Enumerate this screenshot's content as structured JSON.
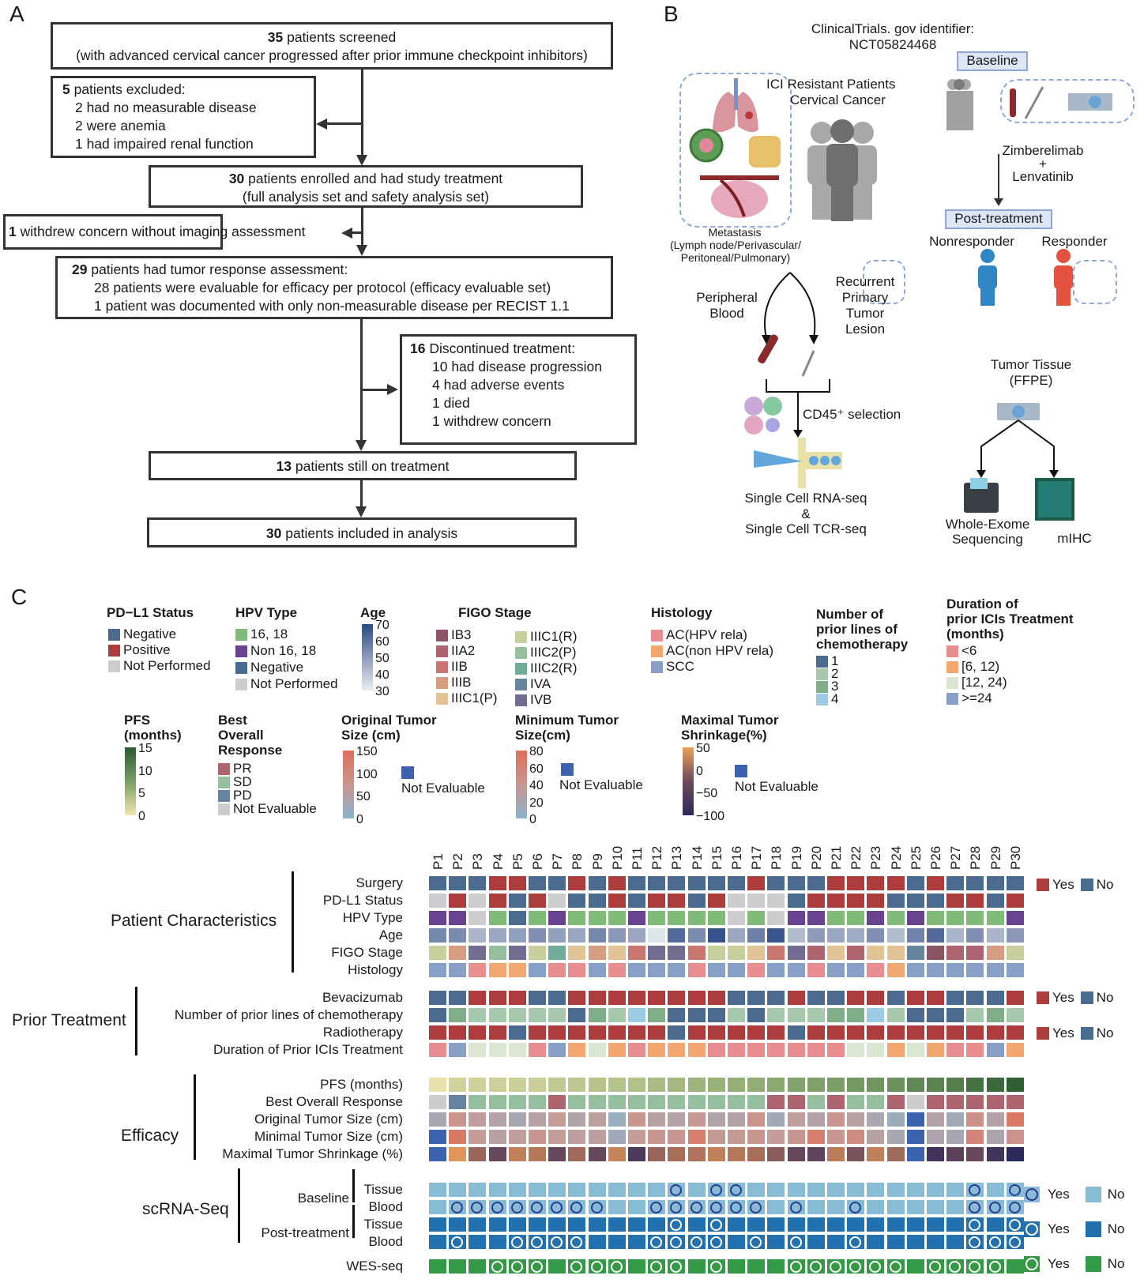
{
  "panels": {
    "a": "A",
    "b": "B",
    "c": "C"
  },
  "flowchart": {
    "screened": {
      "count": "35",
      "text": " patients screened",
      "sub": "(with advanced cervical cancer progressed after prior immune checkpoint inhibitors)"
    },
    "excluded": {
      "count": "5",
      "text": " patients excluded:",
      "items": [
        "2 had no measurable disease",
        "2 were anemia",
        "1 had impaired renal function"
      ]
    },
    "enrolled": {
      "count": "30",
      "text": " patients enrolled and had study treatment",
      "sub": "(full analysis set and safety analysis set)"
    },
    "withdrew": {
      "count": "1",
      "text": " withdrew concern without imaging assessment"
    },
    "assessed": {
      "count": "29",
      "text": " patients had tumor response assessment:",
      "items": [
        "28 patients were evaluable for efficacy per protocol (efficacy evaluable set)",
        "1 patient was documented with only non-measurable disease per RECIST 1.1"
      ]
    },
    "discontinued": {
      "count": "16",
      "text": " Discontinued treatment:",
      "items": [
        "10 had disease progression",
        "4 had adverse events",
        "1 died",
        "1 withdrew concern"
      ]
    },
    "still_on": {
      "count": "13",
      "text": " patients still on treatment"
    },
    "included": {
      "count": "30",
      "text": " patients included in analysis"
    }
  },
  "design": {
    "trial_id_label": "ClinicalTrials. gov identifier:",
    "trial_id": "NCT05824468",
    "baseline": "Baseline",
    "post_treatment": "Post-treatment",
    "ici_resistant": "ICI Resistant Patients",
    "cervical_cancer": "Cervical Cancer",
    "metastasis": "Metastasis",
    "metastasis_sub1": "(Lymph node/Perivascular/",
    "metastasis_sub2": "Peritoneal/Pulmonary)",
    "drug1": "Zimberelimab",
    "plus": "+",
    "drug2": "Lenvatinib",
    "nonresponder": "Nonresponder",
    "responder": "Responder",
    "peripheral_blood": "Peripheral\nBlood",
    "recurrent_lesion": "Recurrent\nPrimary\nTumor\nLesion",
    "cd45_selection": "CD45⁺ selection",
    "scrna": "Single Cell RNA-seq",
    "amp": "&",
    "sctcr": "Single Cell TCR-seq",
    "tumor_tissue": "Tumor Tissue",
    "ffpe": "(FFPE)",
    "wes": "Whole-Exome",
    "wes2": "Sequencing",
    "mihc": "mIHC"
  },
  "legends": {
    "pdl1": {
      "title": "PD−L1 Status",
      "items": [
        {
          "label": "Negative",
          "color": "#4b6b8e"
        },
        {
          "label": "Positive",
          "color": "#ad3d3d"
        },
        {
          "label": "Not Performed",
          "color": "#cdcdcf"
        }
      ]
    },
    "hpv": {
      "title": "HPV Type",
      "items": [
        {
          "label": "16, 18",
          "color": "#80bb7a"
        },
        {
          "label": "Non 16, 18",
          "color": "#674390"
        },
        {
          "label": "Negative",
          "color": "#4b6b8e"
        },
        {
          "label": "Not Performed",
          "color": "#cdcdcf"
        }
      ]
    },
    "age": {
      "title": "Age",
      "ticks": [
        "70",
        "60",
        "50",
        "40",
        "30"
      ],
      "range": [
        30,
        70
      ]
    },
    "figo": {
      "title": "FIGO Stage",
      "items": [
        {
          "label": "IB3",
          "color": "#8b5566"
        },
        {
          "label": "IIA2",
          "color": "#af6570"
        },
        {
          "label": "IIB",
          "color": "#c97670"
        },
        {
          "label": "IIIB",
          "color": "#d69e80"
        },
        {
          "label": "IIIC1(P)",
          "color": "#e2c396"
        },
        {
          "label": "IIIC1(R)",
          "color": "#c8cf9e"
        },
        {
          "label": "IIIC2(P)",
          "color": "#95bf9e"
        },
        {
          "label": "IIIC2(R)",
          "color": "#72ab99"
        },
        {
          "label": "IVA",
          "color": "#67849e"
        },
        {
          "label": "IVB",
          "color": "#716c90"
        }
      ]
    },
    "histology": {
      "title": "Histology",
      "items": [
        {
          "label": "AC(HPV rela)",
          "color": "#e88e90"
        },
        {
          "label": "AC(non HPV rela)",
          "color": "#f1a870"
        },
        {
          "label": "SCC",
          "color": "#88a0c6"
        }
      ]
    },
    "chemo": {
      "title": "Number of prior lines of chemotherapy",
      "title_lines": [
        "Number of",
        "prior lines of",
        "chemotherapy"
      ],
      "items": [
        {
          "label": "1",
          "color": "#4b6b8e"
        },
        {
          "label": "2",
          "color": "#a6c9ae"
        },
        {
          "label": "3",
          "color": "#80ae88"
        },
        {
          "label": "4",
          "color": "#9ccbe6"
        }
      ]
    },
    "ici_duration": {
      "title_lines": [
        "Duration of",
        "prior ICIs Treatment",
        "(months)"
      ],
      "items": [
        {
          "label": "<6",
          "color": "#e88e90"
        },
        {
          "label": "[6, 12)",
          "color": "#f1a870"
        },
        {
          "label": "[12, 24)",
          "color": "#dae6d2"
        },
        {
          "label": ">=24",
          "color": "#88a0c6"
        }
      ]
    },
    "pfs": {
      "title_lines": [
        "PFS",
        "(months)"
      ],
      "ticks": [
        "15",
        "10",
        "5",
        "0"
      ],
      "range": [
        0,
        15
      ]
    },
    "bor": {
      "title_lines": [
        "Best",
        "Overall",
        "Response"
      ],
      "items": [
        {
          "label": "PR",
          "color": "#af6570"
        },
        {
          "label": "SD",
          "color": "#95bf9e"
        },
        {
          "label": "PD",
          "color": "#67849e"
        },
        {
          "label": "Not Evaluable",
          "color": "#cdcdcf"
        }
      ]
    },
    "orig_size": {
      "title_lines": [
        "Original Tumor",
        "Size (cm)"
      ],
      "ticks": [
        "150",
        "100",
        "50",
        "0"
      ],
      "range": [
        0,
        150
      ],
      "na_label": "Not Evaluable",
      "na_color": "#3d63ae"
    },
    "min_size": {
      "title_lines": [
        "Minimum Tumor",
        "Size(cm)"
      ],
      "ticks": [
        "80",
        "60",
        "40",
        "20",
        "0"
      ],
      "range": [
        0,
        80
      ],
      "na_label": "Not Evaluable",
      "na_color": "#3d63ae"
    },
    "shrink": {
      "title_lines": [
        "Maximal Tumor",
        "Shrinkage(%)"
      ],
      "ticks": [
        "50",
        "0",
        "−50",
        "−100"
      ],
      "range": [
        -100,
        50
      ],
      "na_label": "Not Evaluable",
      "na_color": "#3d63ae"
    }
  },
  "heatmap": {
    "patients": [
      "P1",
      "P2",
      "P3",
      "P4",
      "P5",
      "P6",
      "P7",
      "P8",
      "P9",
      "P10",
      "P11",
      "P12",
      "P13",
      "P14",
      "P15",
      "P16",
      "P17",
      "P18",
      "P19",
      "P20",
      "P21",
      "P22",
      "P23",
      "P24",
      "P25",
      "P26",
      "P27",
      "P28",
      "P29",
      "P30"
    ],
    "groups": [
      {
        "label": "Patient Characteristics",
        "rows": [
          "Surgery",
          "PD-L1 Status",
          "HPV Type",
          "Age",
          "FIGO Stage",
          "Histology"
        ]
      },
      {
        "label": "Prior Treatment",
        "rows": [
          "Bevacizumab",
          "Number of prior lines of chemotherapy",
          "Radiotherapy",
          "Duration of Prior ICIs Treatment"
        ]
      },
      {
        "label": "Efficacy",
        "rows": [
          "PFS (months)",
          "Best Overall Response",
          "Original Tumor Size (cm)",
          "Minimal Tumor Size (cm)",
          "Maximal Tumor Shrinkage (%)"
        ]
      },
      {
        "label": "scRNA-Seq",
        "subgroups": [
          {
            "label": "Baseline",
            "rows": [
              "Tissue",
              "Blood"
            ]
          },
          {
            "label": "Post-treatment",
            "rows": [
              "Tissue",
              "Blood"
            ]
          }
        ]
      },
      {
        "label": "",
        "rows": [
          "WES-seq"
        ]
      }
    ],
    "yes_label": "Yes",
    "no_label": "No",
    "yes_color": "#ad3d3d",
    "no_color": "#4b6b8e",
    "rows": {
      "surgery": [
        "N",
        "N",
        "N",
        "Y",
        "Y",
        "N",
        "N",
        "Y",
        "N",
        "Y",
        "N",
        "N",
        "N",
        "N",
        "N",
        "N",
        "Y",
        "N",
        "N",
        "N",
        "Y",
        "Y",
        "Y",
        "Y",
        "N",
        "Y",
        "N",
        "N",
        "N",
        "N"
      ],
      "pdl1": [
        "NP",
        "Pos",
        "NP",
        "Pos",
        "Neg",
        "Pos",
        "NP",
        "Neg",
        "Neg",
        "Pos",
        "Neg",
        "Pos",
        "Pos",
        "Neg",
        "Pos",
        "NP",
        "NP",
        "NP",
        "Neg",
        "Pos",
        "Pos",
        "Pos",
        "Pos",
        "Neg",
        "Neg",
        "Neg",
        "Pos",
        "Pos",
        "Neg",
        "Pos"
      ],
      "hpv": [
        "Non 16, 18",
        "Non 16, 18",
        "Not Performed",
        "16, 18",
        "Negative",
        "16, 18",
        "Non 16, 18",
        "16, 18",
        "16, 18",
        "16, 18",
        "Non 16, 18",
        "16, 18",
        "16, 18",
        "16, 18",
        "16, 18",
        "Not Performed",
        "16, 18",
        "Not Performed",
        "Non 16, 18",
        "Non 16, 18",
        "16, 18",
        "16, 18",
        "Non 16, 18",
        "16, 18",
        "Non 16, 18",
        "16, 18",
        "16, 18",
        "16, 18",
        "16, 18",
        "Non 16, 18"
      ],
      "age": [
        55,
        54,
        44,
        47,
        49,
        53,
        49,
        47,
        55,
        51,
        47,
        32,
        62,
        54,
        68,
        47,
        57,
        67,
        42,
        50,
        47,
        46,
        53,
        42,
        56,
        62,
        44,
        53,
        44,
        51
      ],
      "figo": [
        "IIIC1(R)",
        "IIIB",
        "IVB",
        "IIIC2(P)",
        "IVB",
        "IIIC1(R)",
        "IIIC2(R)",
        "IIIC1(P)",
        "IIIB",
        "IIIC1(P)",
        "IIB",
        "IVB",
        "IVB",
        "IIB",
        "IIIC1(R)",
        "IIIC1(R)",
        "IIIC1(P)",
        "IIB",
        "IVB",
        "IIA2",
        "IIIC1(P)",
        "IIA2",
        "IIIC1(P)",
        "IIIC1(P)",
        "IVA",
        "IB3",
        "IIA2",
        "IIA2",
        "IIIB",
        "IIIC1(R)"
      ],
      "histology": [
        "SCC",
        "SCC",
        "AC(HPV rela)",
        "AC(non HPV rela)",
        "AC(non HPV rela)",
        "SCC",
        "AC(HPV rela)",
        "AC(HPV rela)",
        "SCC",
        "AC(HPV rela)",
        "SCC",
        "SCC",
        "SCC",
        "AC(HPV rela)",
        "SCC",
        "SCC",
        "AC(HPV rela)",
        "SCC",
        "SCC",
        "AC(HPV rela)",
        "SCC",
        "SCC",
        "AC(HPV rela)",
        "AC(non HPV rela)",
        "SCC",
        "SCC",
        "SCC",
        "SCC",
        "SCC",
        "SCC"
      ],
      "bevacizumab": [
        "N",
        "N",
        "Y",
        "Y",
        "Y",
        "N",
        "N",
        "Y",
        "Y",
        "Y",
        "Y",
        "Y",
        "Y",
        "Y",
        "Y",
        "N",
        "N",
        "N",
        "Y",
        "N",
        "N",
        "Y",
        "Y",
        "N",
        "Y",
        "Y",
        "N",
        "N",
        "N",
        "Y"
      ],
      "chemo_lines": [
        1,
        3,
        2,
        2,
        2,
        2,
        2,
        1,
        3,
        2,
        4,
        3,
        1,
        1,
        1,
        2,
        1,
        2,
        2,
        2,
        3,
        3,
        4,
        2,
        1,
        1,
        1,
        2,
        3,
        2
      ],
      "radiotherapy": [
        "Y",
        "Y",
        "Y",
        "Y",
        "N",
        "Y",
        "Y",
        "Y",
        "Y",
        "Y",
        "Y",
        "Y",
        "N",
        "Y",
        "Y",
        "Y",
        "Y",
        "Y",
        "N",
        "Y",
        "Y",
        "Y",
        "Y",
        "Y",
        "Y",
        "Y",
        "Y",
        "Y",
        "Y",
        "Y"
      ],
      "ici_duration": [
        "<6",
        ">=24",
        "[12, 24)",
        "[12, 24)",
        "[12, 24)",
        "<6",
        ">=24",
        "[6, 12)",
        "[12, 24)",
        "[6, 12)",
        "<6",
        "[6, 12)",
        "[6, 12)",
        "[6, 12)",
        "<6",
        "<6",
        "<6",
        "<6",
        "<6",
        "<6",
        "<6",
        "[12, 24)",
        "[12, 24)",
        "[6, 12)",
        "[12, 24)",
        "[6, 12)",
        "<6",
        "<6",
        ">=24",
        "[6, 12)"
      ],
      "pfs": [
        0.5,
        2,
        2.2,
        2.3,
        2.4,
        2.5,
        3,
        3.3,
        3.5,
        3.8,
        4,
        4.5,
        4.8,
        5.2,
        5.5,
        5.8,
        6,
        6.5,
        7,
        7.2,
        7.5,
        8,
        8.5,
        9,
        10,
        10.5,
        11,
        12.5,
        13.5,
        14.5
      ],
      "bor": [
        "NE",
        "PD",
        "SD",
        "SD",
        "SD",
        "SD",
        "PR",
        "SD",
        "SD",
        "SD",
        "SD",
        "SD",
        "SD",
        "SD",
        "SD",
        "SD",
        "SD",
        "PR",
        "PR",
        "SD",
        "PR",
        "SD",
        "SD",
        "PR",
        "NE",
        "PR",
        "PR",
        "PR",
        "PR",
        "PR"
      ],
      "orig_size": [
        40,
        90,
        70,
        55,
        40,
        60,
        75,
        50,
        65,
        20,
        85,
        60,
        55,
        80,
        50,
        55,
        90,
        30,
        70,
        55,
        85,
        60,
        40,
        25,
        "NE",
        55,
        30,
        95,
        55,
        130
      ],
      "min_size": [
        "NE",
        70,
        40,
        30,
        38,
        45,
        40,
        35,
        35,
        15,
        40,
        45,
        45,
        65,
        42,
        42,
        45,
        40,
        45,
        65,
        45,
        55,
        30,
        20,
        "NE",
        25,
        20,
        60,
        25,
        48
      ],
      "shrink": [
        "NE",
        40,
        -20,
        -55,
        10,
        0,
        -55,
        -15,
        -55,
        15,
        -75,
        -20,
        -10,
        -5,
        10,
        0,
        -10,
        -30,
        -55,
        -60,
        5,
        -40,
        10,
        -15,
        "NE",
        -85,
        -65,
        -55,
        -85,
        -100
      ],
      "baseline_tissue": [
        0,
        0,
        0,
        0,
        0,
        0,
        0,
        0,
        0,
        0,
        0,
        0,
        1,
        0,
        1,
        1,
        0,
        0,
        0,
        0,
        0,
        0,
        0,
        0,
        0,
        0,
        0,
        1,
        0,
        1
      ],
      "baseline_blood": [
        0,
        1,
        1,
        1,
        1,
        1,
        1,
        1,
        1,
        0,
        0,
        1,
        1,
        1,
        1,
        1,
        1,
        0,
        1,
        0,
        0,
        1,
        0,
        0,
        0,
        0,
        0,
        1,
        1,
        1
      ],
      "post_tissue": [
        0,
        0,
        0,
        0,
        0,
        0,
        0,
        0,
        0,
        0,
        0,
        0,
        1,
        0,
        1,
        0,
        0,
        0,
        0,
        0,
        0,
        0,
        0,
        0,
        0,
        0,
        0,
        1,
        0,
        1
      ],
      "post_blood": [
        0,
        1,
        0,
        0,
        1,
        1,
        1,
        1,
        0,
        0,
        0,
        1,
        1,
        1,
        1,
        0,
        1,
        0,
        1,
        0,
        0,
        1,
        0,
        0,
        0,
        0,
        0,
        1,
        1,
        1
      ],
      "wes": [
        0,
        0,
        0,
        1,
        1,
        1,
        0,
        1,
        1,
        1,
        0,
        1,
        1,
        0,
        1,
        0,
        0,
        0,
        1,
        1,
        1,
        1,
        1,
        1,
        0,
        1,
        1,
        1,
        1,
        0
      ]
    },
    "sc_legend": [
      {
        "yes": "Yes",
        "no": "No",
        "color": "#88bcd6",
        "ring": "#2a3a8f"
      },
      {
        "yes": "Yes",
        "no": "No",
        "color": "#2270ad",
        "ring": "#ffffff"
      },
      {
        "yes": "Yes",
        "no": "No",
        "color": "#339946",
        "ring": "#ffffff"
      }
    ]
  }
}
